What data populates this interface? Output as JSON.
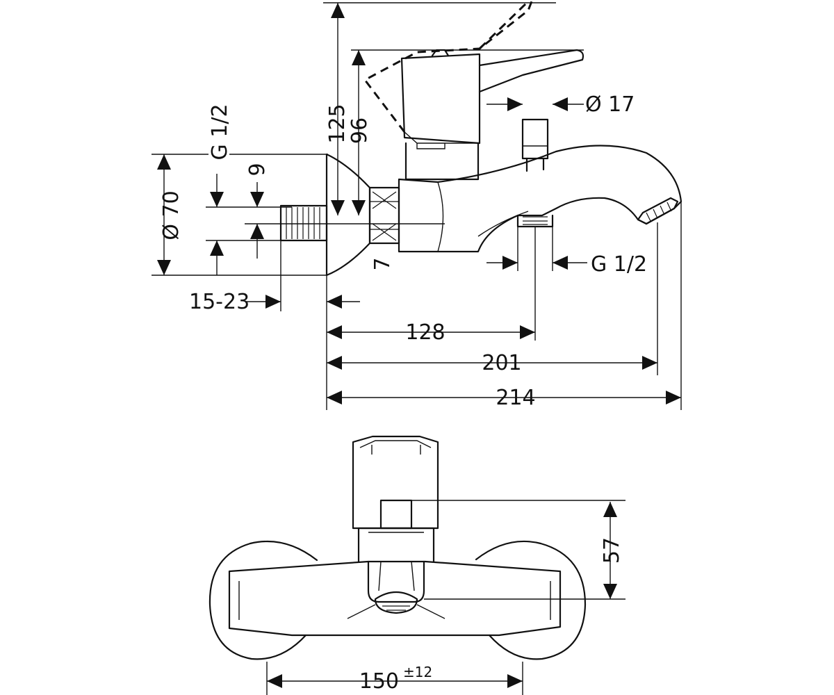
{
  "side_view": {
    "height_total": "125",
    "height_lever": "96",
    "lever_pin_diameter": "Ø 17",
    "inlet_thread": "G 1/2",
    "rosette_diameter": "Ø 70",
    "inlet_offset_top": "9",
    "inlet_offset_bottom": "7",
    "rosette_offset": "15-23",
    "outlet_thread": "G 1/2",
    "length_outlet": "128",
    "length_spout": "201",
    "length_total": "214"
  },
  "front_view": {
    "height": "57",
    "centres": "150",
    "centres_tolerance": "±12"
  }
}
